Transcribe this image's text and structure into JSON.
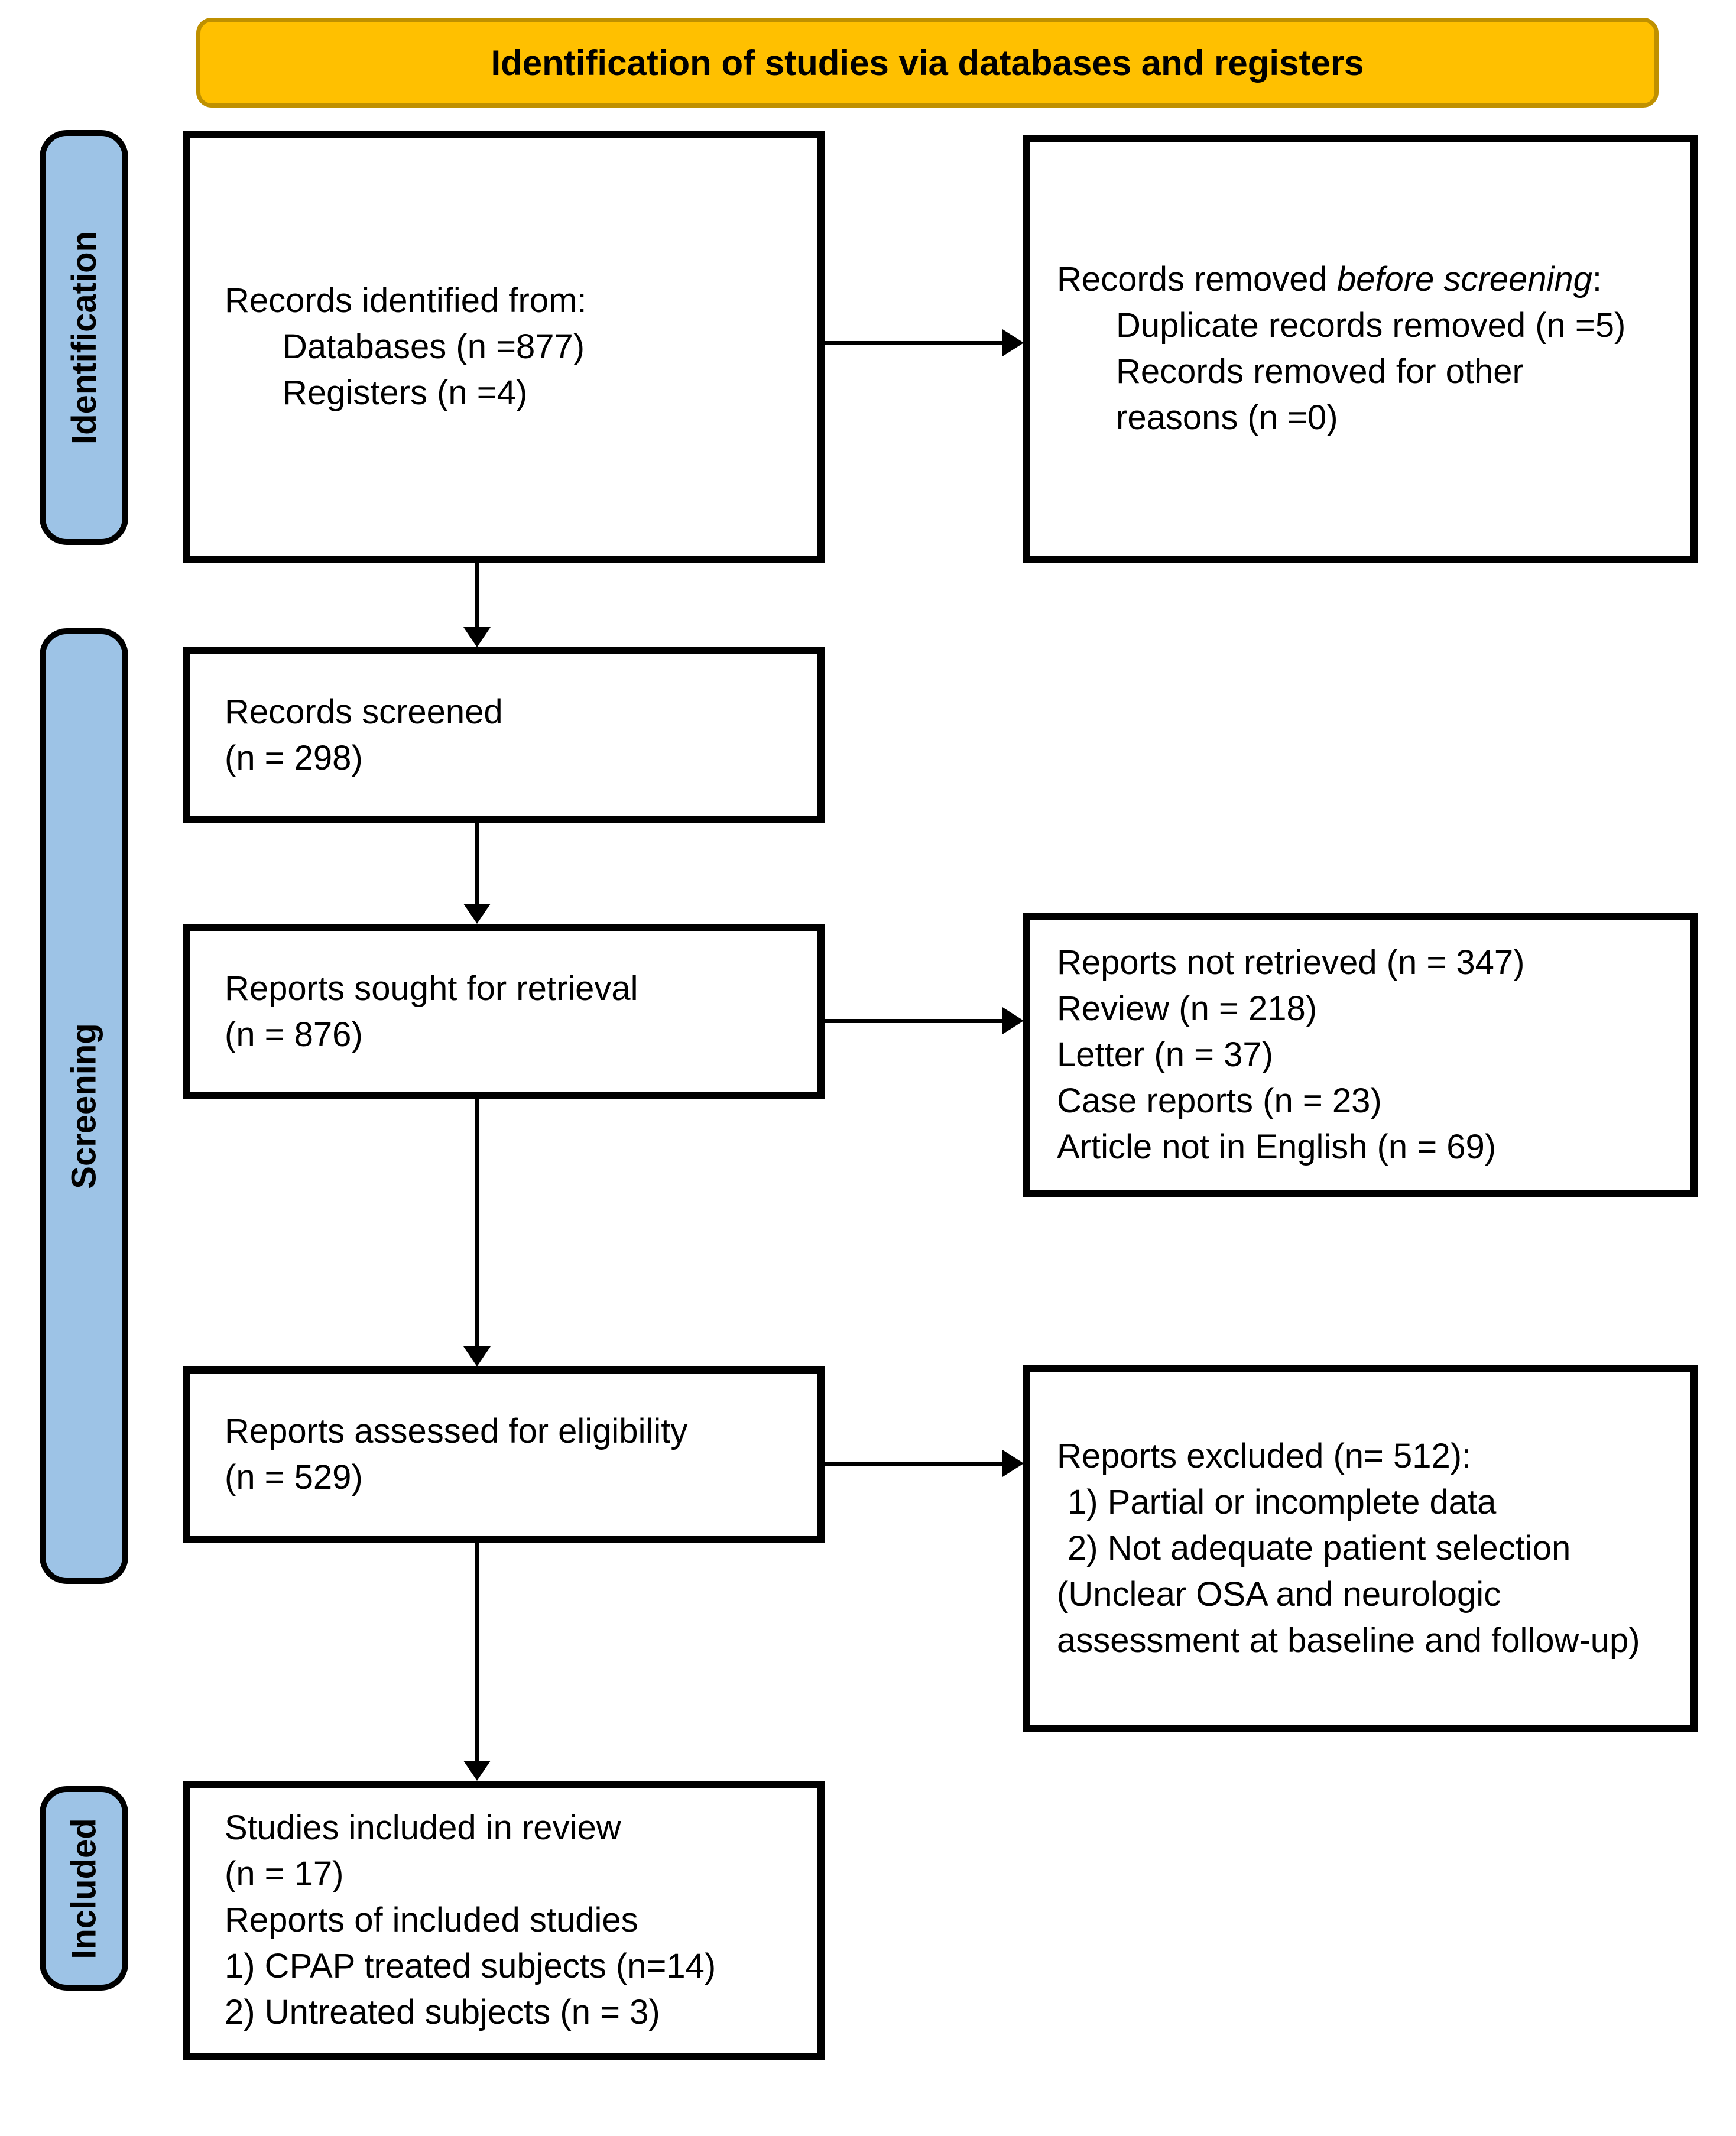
{
  "banner": {
    "title": "Identification of studies via databases and registers"
  },
  "sidebar": {
    "stages": [
      {
        "label": "Identification"
      },
      {
        "label": "Screening"
      },
      {
        "label": "Included"
      }
    ]
  },
  "colors": {
    "banner_fill": "#FFC000",
    "banner_border": "#BF9000",
    "stage_fill": "#9DC3E6",
    "box_border": "#000000"
  },
  "boxes": {
    "records_identified": {
      "line1": "Records identified from:",
      "line2": "Databases (n =877)",
      "line3": "Registers (n =4)"
    },
    "records_removed": {
      "line1_prefix": "Records removed ",
      "line1_italic": "before screening",
      "line1_suffix": ":",
      "line2": "Duplicate records removed (n =5)",
      "line3": "Records removed for other",
      "line4": "reasons (n =0)"
    },
    "records_screened": {
      "line1": "Records screened",
      "line2": "(n = 298)"
    },
    "reports_sought": {
      "line1": "Reports sought for retrieval",
      "line2": "(n = 876)"
    },
    "reports_not_retrieved": {
      "line1": "Reports not retrieved (n = 347)",
      "line2": "Review (n = 218)",
      "line3": "Letter (n = 37)",
      "line4": "Case reports (n = 23)",
      "line5": "Article not in English (n = 69)"
    },
    "reports_assessed": {
      "line1": "Reports assessed for eligibility",
      "line2": "(n = 529)"
    },
    "reports_excluded": {
      "line1": "Reports excluded (n= 512):",
      "line2": "1) Partial or incomplete data",
      "line3": "2) Not adequate patient selection",
      "line4": "(Unclear OSA and neurologic",
      "line5": "assessment at baseline and follow-up)"
    },
    "studies_included": {
      "line1": "Studies included in review",
      "line2": "(n = 17)",
      "line3": "Reports of included studies",
      "line4": "1) CPAP treated subjects (n=14)",
      "line5": "2) Untreated subjects (n = 3)"
    }
  }
}
